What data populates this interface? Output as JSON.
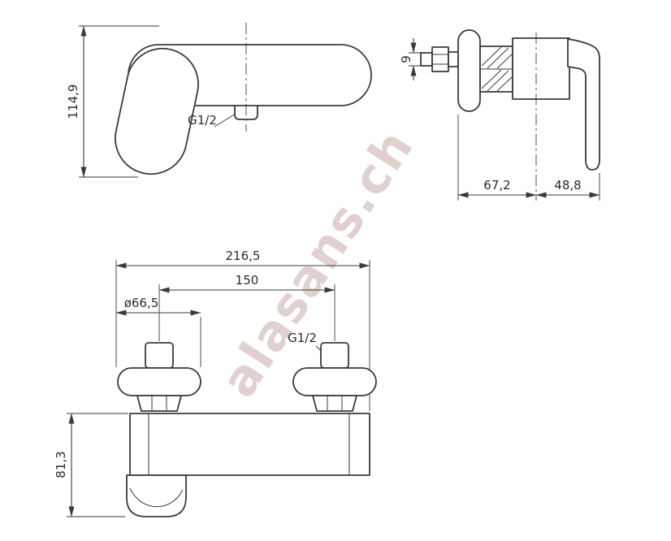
{
  "watermark": "alasans.ch",
  "views": {
    "top_front": {
      "dims": {
        "overall_height": "114,9",
        "outlet_thread": "G1/2"
      }
    },
    "side": {
      "dims": {
        "inlet_stub": "9",
        "body_depth": "67,2",
        "handle_depth": "48,8"
      }
    },
    "bottom_front": {
      "dims": {
        "overall_width": "216,5",
        "inlet_spacing": "150",
        "flange_diameter": "ø66,5",
        "inlet_thread": "G1/2",
        "body_height": "81,3"
      }
    }
  }
}
